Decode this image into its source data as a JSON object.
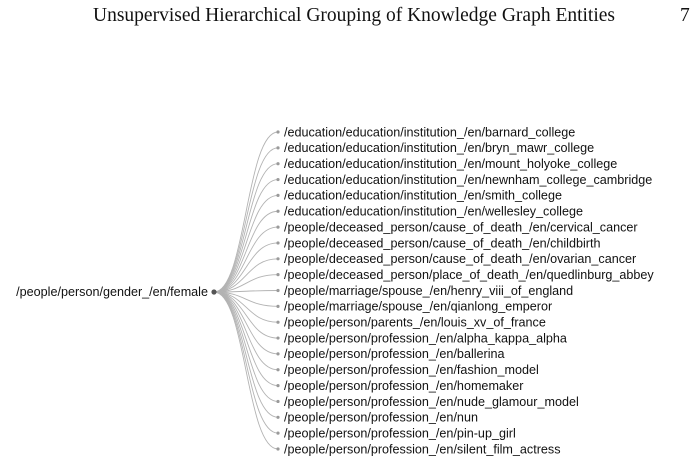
{
  "header": {
    "title": "Unsupervised Hierarchical Grouping of Knowledge Graph Entities",
    "page_number": "7"
  },
  "tree": {
    "root": "/people/person/gender_/en/female",
    "leaves": [
      "/education/education/institution_/en/barnard_college",
      "/education/education/institution_/en/bryn_mawr_college",
      "/education/education/institution_/en/mount_holyoke_college",
      "/education/education/institution_/en/newnham_college_cambridge",
      "/education/education/institution_/en/smith_college",
      "/education/education/institution_/en/wellesley_college",
      "/people/deceased_person/cause_of_death_/en/cervical_cancer",
      "/people/deceased_person/cause_of_death_/en/childbirth",
      "/people/deceased_person/cause_of_death_/en/ovarian_cancer",
      "/people/deceased_person/place_of_death_/en/quedlinburg_abbey",
      "/people/marriage/spouse_/en/henry_viii_of_england",
      "/people/marriage/spouse_/en/qianlong_emperor",
      "/people/person/parents_/en/louis_xv_of_france",
      "/people/person/profession_/en/alpha_kappa_alpha",
      "/people/person/profession_/en/ballerina",
      "/people/person/profession_/en/fashion_model",
      "/people/person/profession_/en/homemaker",
      "/people/person/profession_/en/nude_glamour_model",
      "/people/person/profession_/en/nun",
      "/people/person/profession_/en/pin-up_girl",
      "/people/person/profession_/en/silent_film_actress"
    ],
    "colors": {
      "edge": "#b3b3b3",
      "leaf_node": "#9a9a9a",
      "root_node": "#555555",
      "text": "#111111"
    }
  }
}
